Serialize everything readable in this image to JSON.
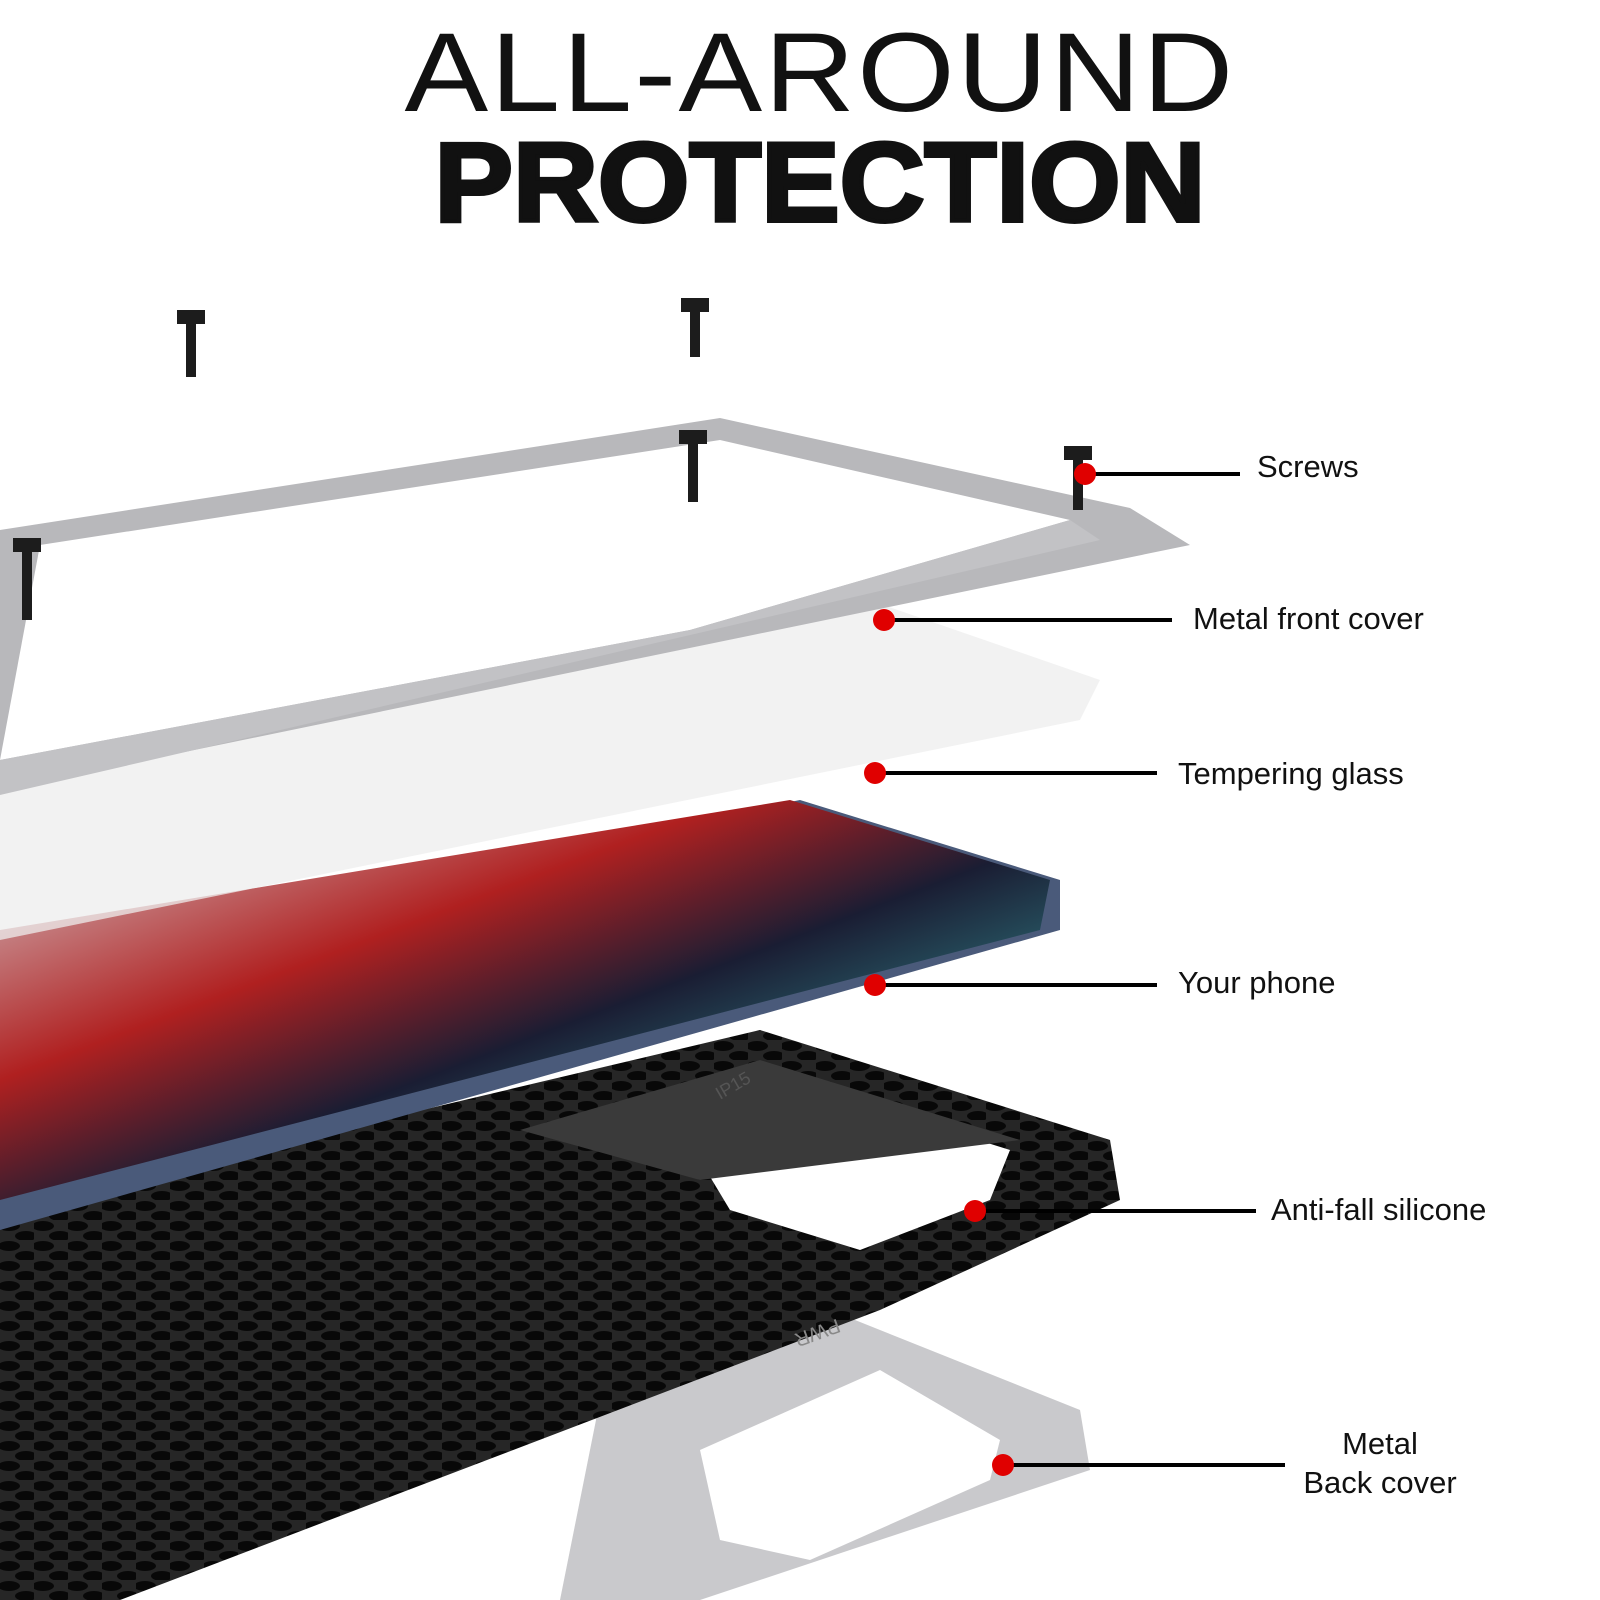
{
  "title": {
    "line1": "ALL-AROUND",
    "line2": "PROTECTION"
  },
  "colors": {
    "marker": "#e00000",
    "leader": "#000000",
    "text": "#111111"
  },
  "callouts": [
    {
      "label": "Screws"
    },
    {
      "label": "Metal front cover"
    },
    {
      "label": "Tempering glass"
    },
    {
      "label": "Your phone"
    },
    {
      "label": "Anti-fall silicone"
    },
    {
      "label_line1": "Metal",
      "label_line2": "Back cover"
    }
  ],
  "product_markings": {
    "model": "IP15",
    "button": "PWR"
  }
}
